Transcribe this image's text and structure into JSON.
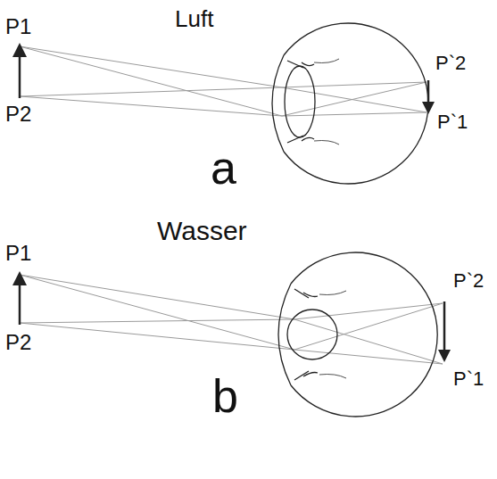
{
  "diagram": {
    "labels": [
      "P1",
      "Luft",
      "P`2",
      "P2",
      "a",
      "P`1",
      "P1",
      "Wasser",
      "P`2",
      "P2",
      "b",
      "P`1"
    ]
  }
}
